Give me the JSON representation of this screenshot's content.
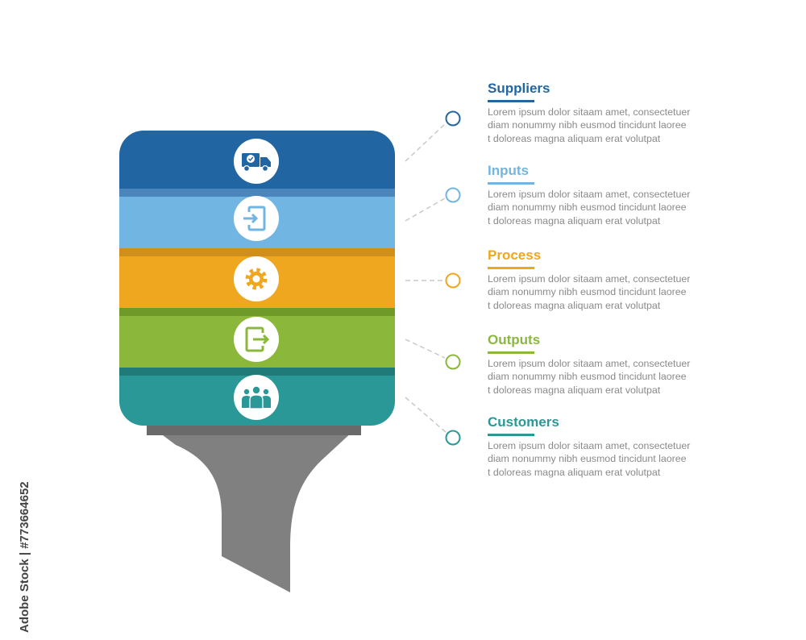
{
  "colors": {
    "suppliers": "#2166a2",
    "inputs": "#71b5e3",
    "process": "#efa71f",
    "outputs": "#8bb83a",
    "customers": "#2a9896",
    "funnel": "#808080",
    "connector": "#c9c9c9",
    "text": "#8a8a8a"
  },
  "items": [
    {
      "key": "suppliers",
      "title": "Suppliers",
      "icon": "truck-icon",
      "description": "Lorem ipsum dolor sitaam amet, consectetuer\ndiam nonummy  nibh eusmod tincidunt laoree\nt doloreas magna aliquam erat volutpat"
    },
    {
      "key": "inputs",
      "title": "Inputs",
      "icon": "sign-in-icon",
      "description": "Lorem ipsum dolor sitaam amet, consectetuer\ndiam nonummy  nibh eusmod tincidunt laoree\nt doloreas magna aliquam erat volutpat"
    },
    {
      "key": "process",
      "title": "Process",
      "icon": "gear-icon",
      "description": "Lorem ipsum dolor sitaam amet, consectetuer\ndiam nonummy  nibh eusmod tincidunt laoree\nt doloreas magna aliquam erat volutpat"
    },
    {
      "key": "outputs",
      "title": "Outputs",
      "icon": "sign-out-icon",
      "description": "Lorem ipsum dolor sitaam amet, consectetuer\ndiam nonummy  nibh eusmod tincidunt laoree\nt doloreas magna aliquam erat volutpat"
    },
    {
      "key": "customers",
      "title": "Customers",
      "icon": "people-group-icon",
      "description": "Lorem ipsum dolor sitaam amet, consectetuer\ndiam nonummy  nibh eusmod tincidunt laoree\nt doloreas magna aliquam erat volutpat"
    }
  ],
  "watermark": "Adobe Stock | #773664652"
}
